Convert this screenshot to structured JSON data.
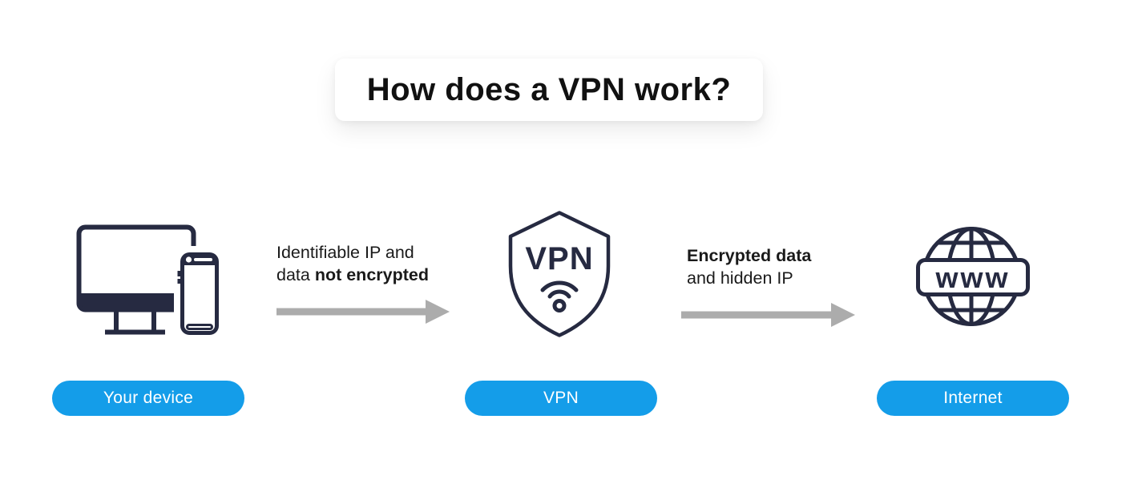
{
  "title": "How does a VPN work?",
  "colors": {
    "accent_blue": "#149DE9",
    "icon_navy": "#262A41",
    "arrow_gray": "#ACACAC"
  },
  "nodes": [
    {
      "id": "your-device",
      "label": "Your device"
    },
    {
      "id": "vpn",
      "label": "VPN",
      "icon_text": "VPN"
    },
    {
      "id": "internet",
      "label": "Internet",
      "icon_text": "www"
    }
  ],
  "arrows": [
    {
      "label_line1": "Identifiable IP and",
      "label_line2_normal": "data ",
      "label_line2_bold": "not encrypted"
    },
    {
      "label_line1_bold": "Encrypted data",
      "label_line2": "and hidden IP"
    }
  ]
}
